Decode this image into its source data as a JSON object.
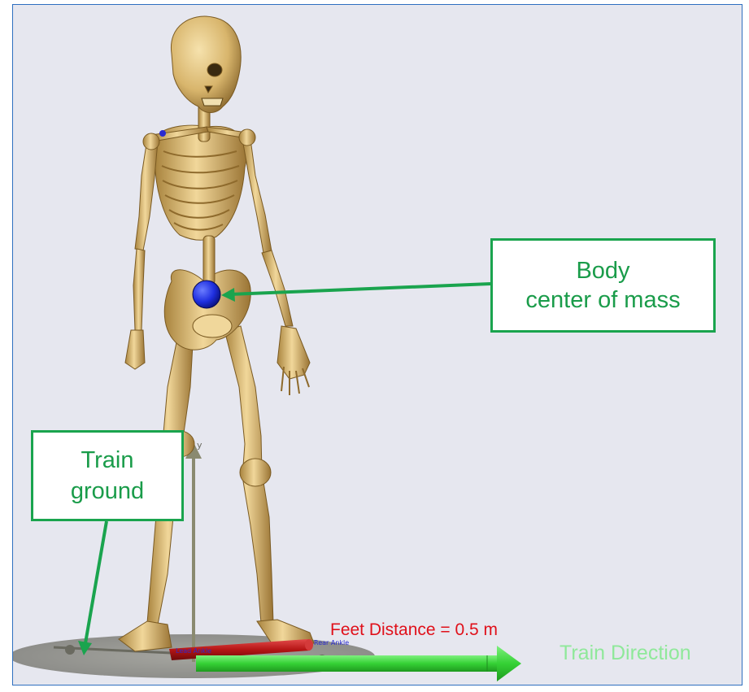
{
  "callouts": {
    "center_of_mass_line1": "Body",
    "center_of_mass_line2": "center of mass",
    "ground_line1": "Train",
    "ground_line2": "ground"
  },
  "scene": {
    "feet_distance": "Feet Distance = 0.5 m",
    "train_direction": "Train Direction",
    "axis_label": "y",
    "left_ankle_label": "Lead Ankle",
    "right_ankle_label": "Rear Ankle"
  },
  "colors": {
    "callout_green": "#1aa44e",
    "arrow_green": "#3fdc3f",
    "feet_red": "#e0101a",
    "bone": "#d6b46a",
    "com_blue": "#1f2fe0",
    "background": "#e6e7ef",
    "frame_blue": "#2e6fc0"
  }
}
